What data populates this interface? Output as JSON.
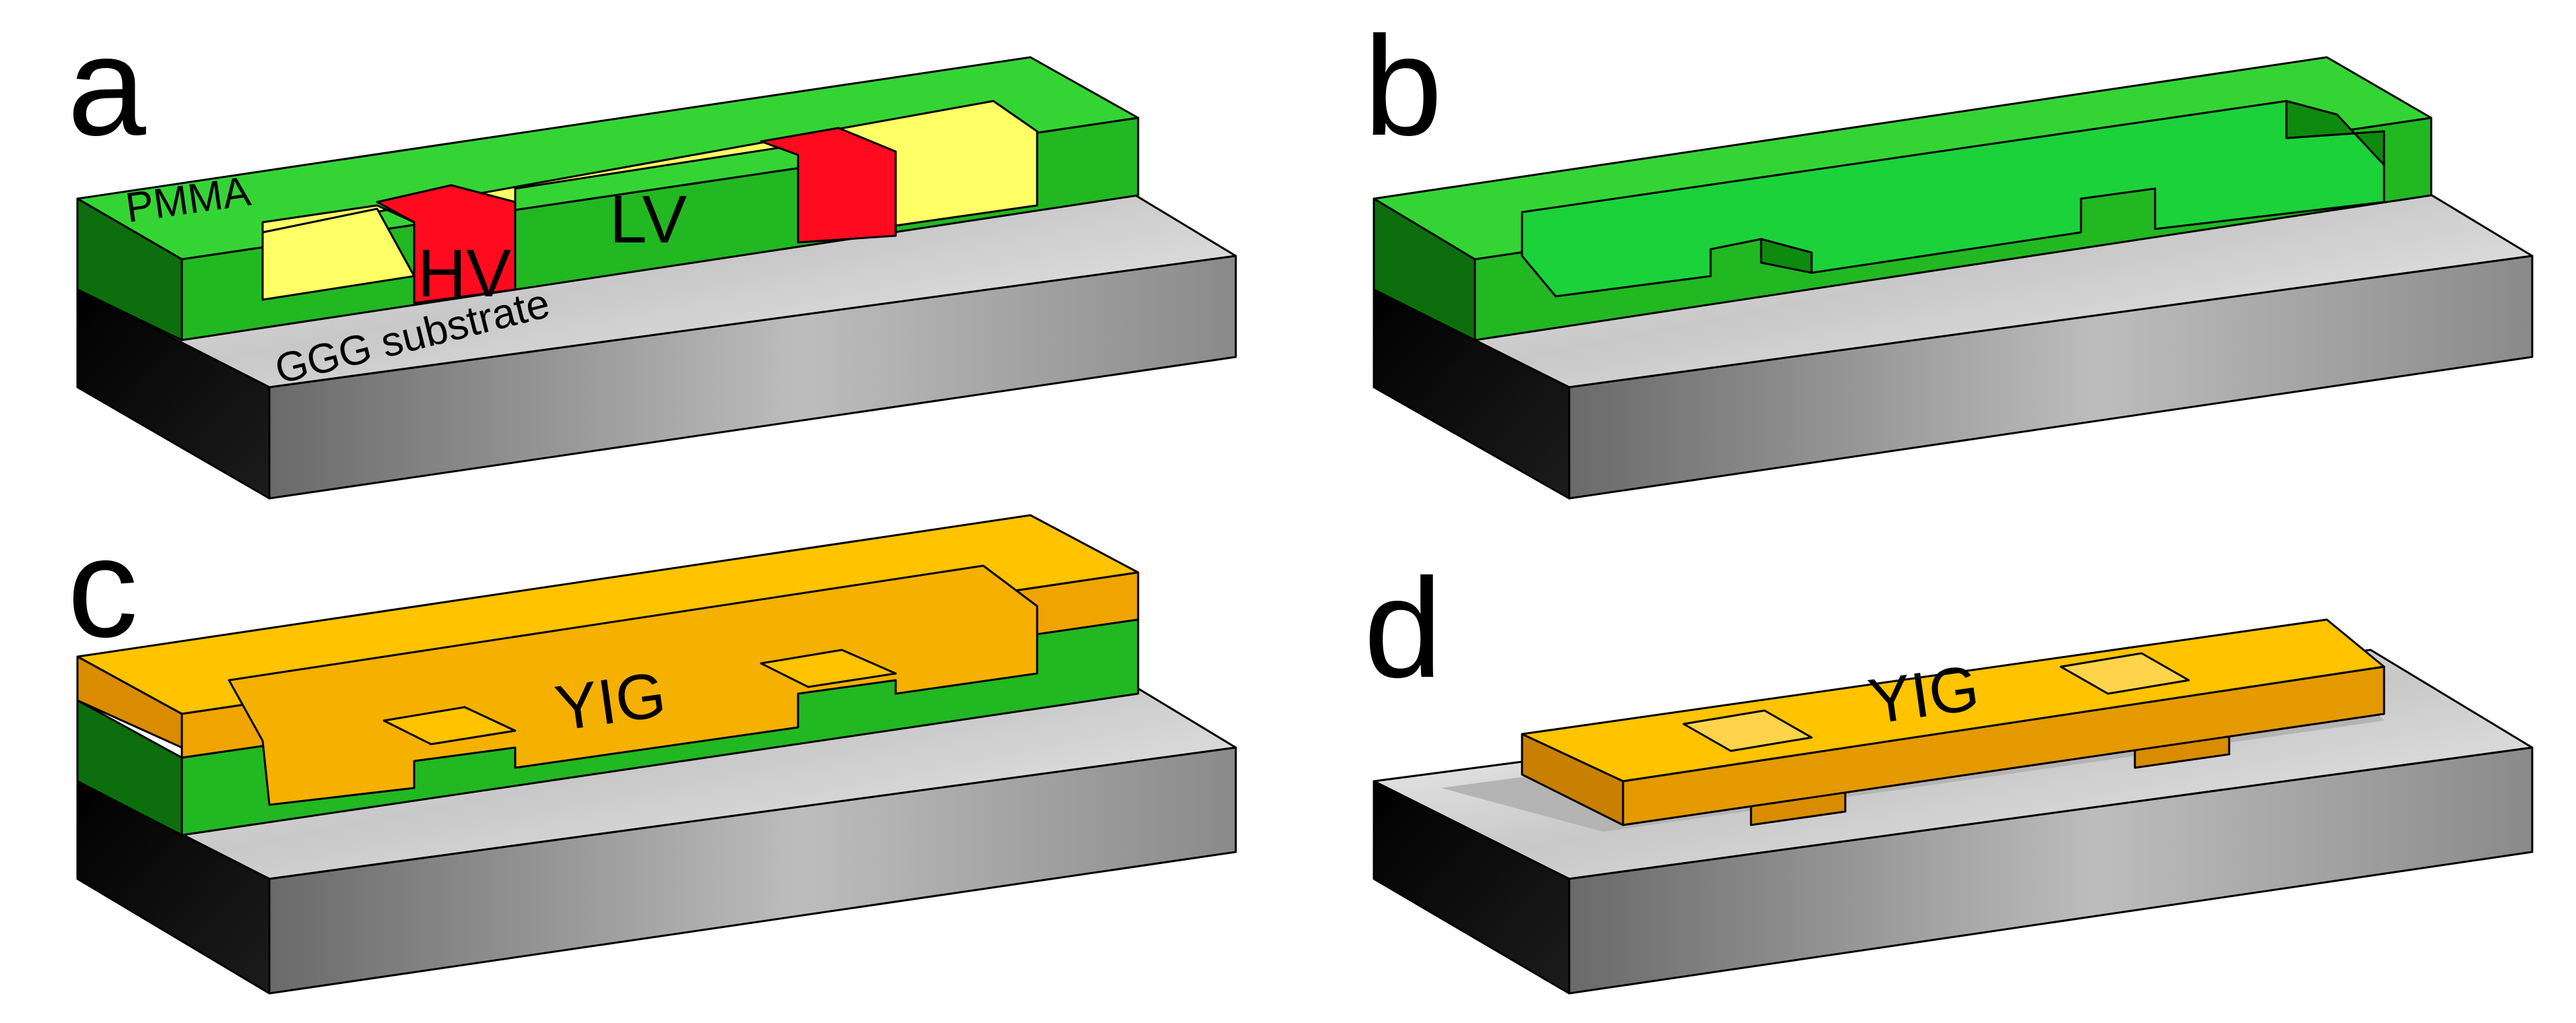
{
  "panels": [
    {
      "id": "a",
      "label": "a",
      "texts": {
        "pmma": "PMMA",
        "hv": "HV",
        "lv": "LV",
        "substrate": "GGG substrate"
      }
    },
    {
      "id": "b",
      "label": "b"
    },
    {
      "id": "c",
      "label": "c",
      "texts": {
        "yig": "YIG"
      }
    },
    {
      "id": "d",
      "label": "d",
      "texts": {
        "yig": "YIG"
      }
    }
  ],
  "colors": {
    "pmma_green": "#1fbf1f",
    "pmma_green_top": "#2ed82e",
    "pmma_green_dark": "#0a6a0a",
    "resist_lv": "#ffff66",
    "resist_hv": "#ff0a1e",
    "yig_top": "#ffc300",
    "yig_side": "#e49a00",
    "substrate_top": "#dddddd",
    "substrate_side": "#909090",
    "substrate_dark": "#111111"
  }
}
